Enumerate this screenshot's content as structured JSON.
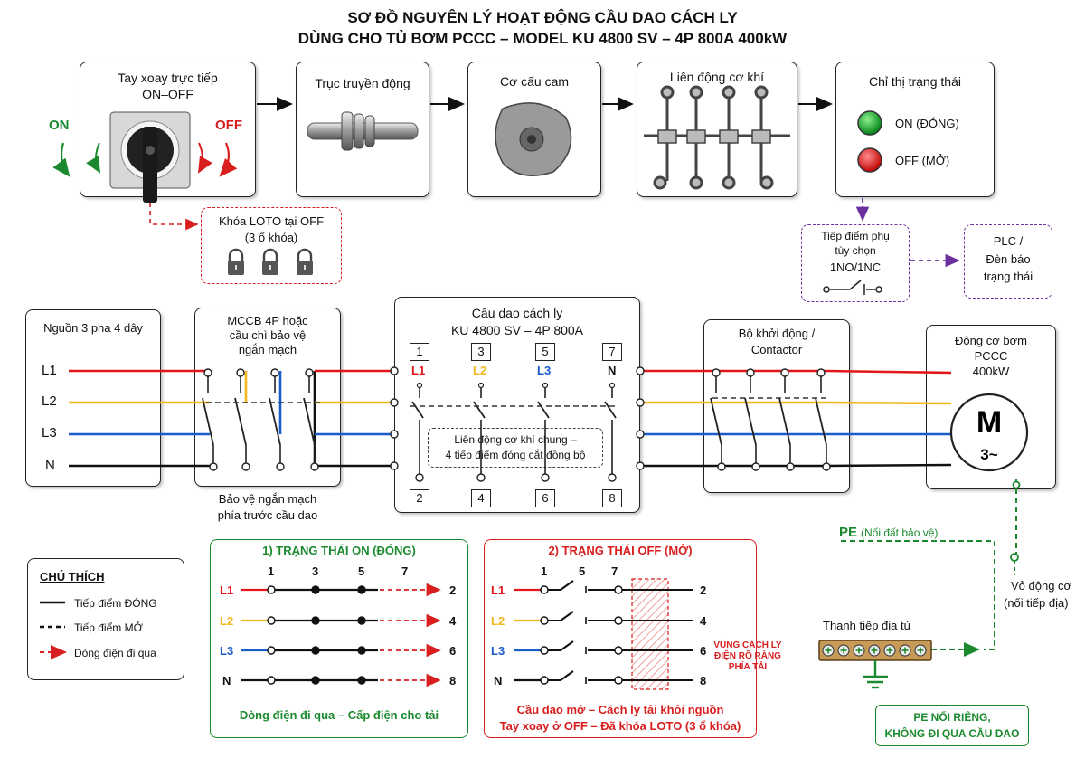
{
  "title": {
    "line1": "SƠ ĐỒ NGUYÊN LÝ HOẠT ĐỘNG CẦU DAO CÁCH LY",
    "line2": "DÙNG CHO TỦ BƠM PCCC – MODEL KU 4800 SV – 4P 800A 400kW"
  },
  "top": {
    "handle": {
      "title1": "Tay xoay trực tiếp",
      "title2": "ON–OFF",
      "on": "ON",
      "off": "OFF"
    },
    "shaft": "Trục truyền động",
    "cam": "Cơ cấu cam",
    "interlock": "Liên động cơ khí",
    "status": {
      "title": "Chỉ thị trạng thái",
      "on": "ON (ĐÓNG)",
      "off": "OFF (MỞ)"
    },
    "loto": {
      "line1": "Khóa LOTO tại OFF",
      "line2": "(3 ổ khóa)"
    },
    "aux": {
      "line1": "Tiếp điểm phụ",
      "line2": "tùy chọn",
      "line3": "1NO/1NC"
    },
    "plc": {
      "line1": "PLC /",
      "line2": "Đèn báo",
      "line3": "trạng thái"
    }
  },
  "middle": {
    "source": {
      "title": "Nguồn 3 pha 4 dây",
      "phases": [
        "L1",
        "L2",
        "L3",
        "N"
      ]
    },
    "mccb": {
      "line1": "MCCB 4P hoặc",
      "line2": "cầu chì bảo vệ",
      "line3": "ngắn mạch",
      "note1": "Bảo vệ ngắn mạch",
      "note2": "phía trước cầu dao"
    },
    "switch": {
      "line1": "Cầu dao cách ly",
      "line2": "KU 4800 SV – 4P 800A",
      "top_terms": [
        "1",
        "3",
        "5",
        "7"
      ],
      "bottom_terms": [
        "2",
        "4",
        "6",
        "8"
      ],
      "poles": [
        "L1",
        "L2",
        "L3",
        "N"
      ],
      "link1": "Liên động cơ khí chung –",
      "link2": "4 tiếp điểm đóng cắt đồng bộ"
    },
    "contactor": {
      "line1": "Bộ khởi động /",
      "line2": "Contactor"
    },
    "motor": {
      "line1": "Động cơ bơm",
      "line2": "PCCC",
      "line3": "400kW",
      "symbol": "M",
      "phase": "3~"
    }
  },
  "legend": {
    "title": "CHÚ THÍCH",
    "items": [
      "Tiếp điểm ĐÓNG",
      "Tiếp điểm MỞ",
      "Dòng điện đi qua"
    ]
  },
  "on_state": {
    "title": "1) TRẠNG THÁI ON (ĐÓNG)",
    "top": [
      "1",
      "3",
      "5",
      "7"
    ],
    "rows": [
      "L1",
      "L2",
      "L3",
      "N"
    ],
    "ends": [
      "2",
      "4",
      "6",
      "8"
    ],
    "caption": "Dòng điện đi qua – Cấp điện cho tải"
  },
  "off_state": {
    "title": "2) TRẠNG THÁI OFF (MỞ)",
    "top": [
      "1",
      "5",
      "7"
    ],
    "rows": [
      "L1",
      "L2",
      "L3",
      "N"
    ],
    "ends": [
      "2",
      "4",
      "6",
      "8"
    ],
    "zone1": "VÙNG CÁCH LY",
    "zone2": "ĐIỆN RÕ RÀNG",
    "zone3": "PHÍA TẢI",
    "caption1": "Cầu dao mở – Cách ly tải khỏi nguồn",
    "caption2": "Tay xoay ở OFF – Đã khóa LOTO (3 ổ khóa)"
  },
  "pe": {
    "label": "PE",
    "desc": "(Nối đất bảo vệ)",
    "frame1": "Vỏ động cơ",
    "frame2": "(nối tiếp địa)",
    "bar": "Thanh tiếp địa tủ",
    "note1": "PE NỐI RIÊNG,",
    "note2": "KHÔNG ĐI QUA CẦU DAO"
  },
  "colors": {
    "L1": "#e3161b",
    "L2": "#f2b71c",
    "L3": "#1a5dc9",
    "N": "#111111",
    "green": "#1b8a2e",
    "red": "#d81e1e",
    "purple": "#6b2fa0"
  }
}
